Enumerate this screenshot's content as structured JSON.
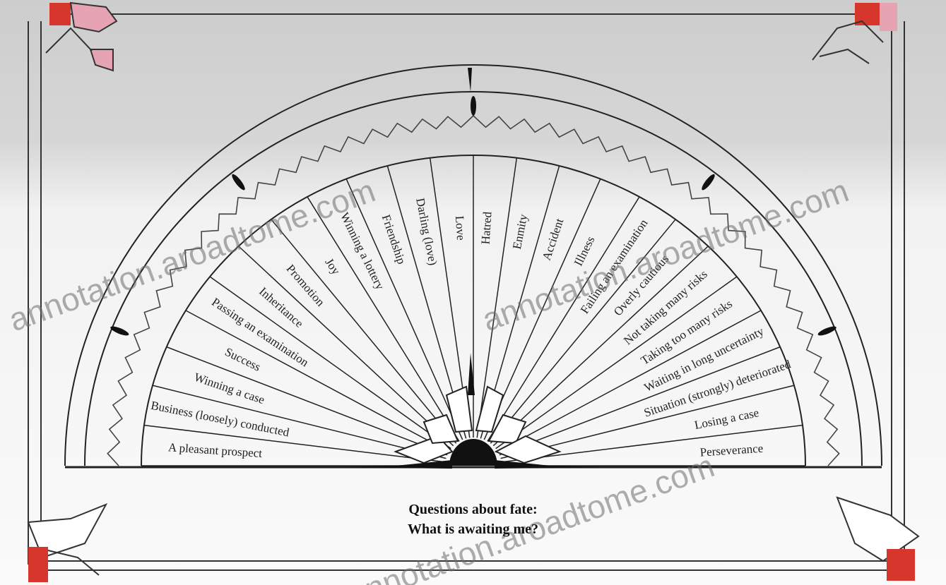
{
  "caption": {
    "line1": "Questions about fate:",
    "line2": "What is awaiting me?"
  },
  "left_labels": [
    "A pleasant prospect",
    "Business (loosely) conducted",
    "Winning a case",
    "Success",
    "Passing an examination",
    "Inheritance",
    "Promotion",
    "Joy",
    "Winning a lottery",
    "Friendship",
    "Darling (love)",
    "Love"
  ],
  "right_labels": [
    "Perseverance",
    "Losing a case",
    "Situation (strongly) deteriorated",
    "Waiting in long uncertainty",
    "Taking too many risks",
    "Not taking many risks",
    "Overly cautious",
    "Failing an examination",
    "Illness",
    "Accident",
    "Enmity",
    "Hatred"
  ],
  "watermark": "annotation.aroadtome.com",
  "colors": {
    "ink": "#1a1a1a",
    "corner_red": "#d7362c",
    "corner_pink": "#e6a3b4"
  }
}
